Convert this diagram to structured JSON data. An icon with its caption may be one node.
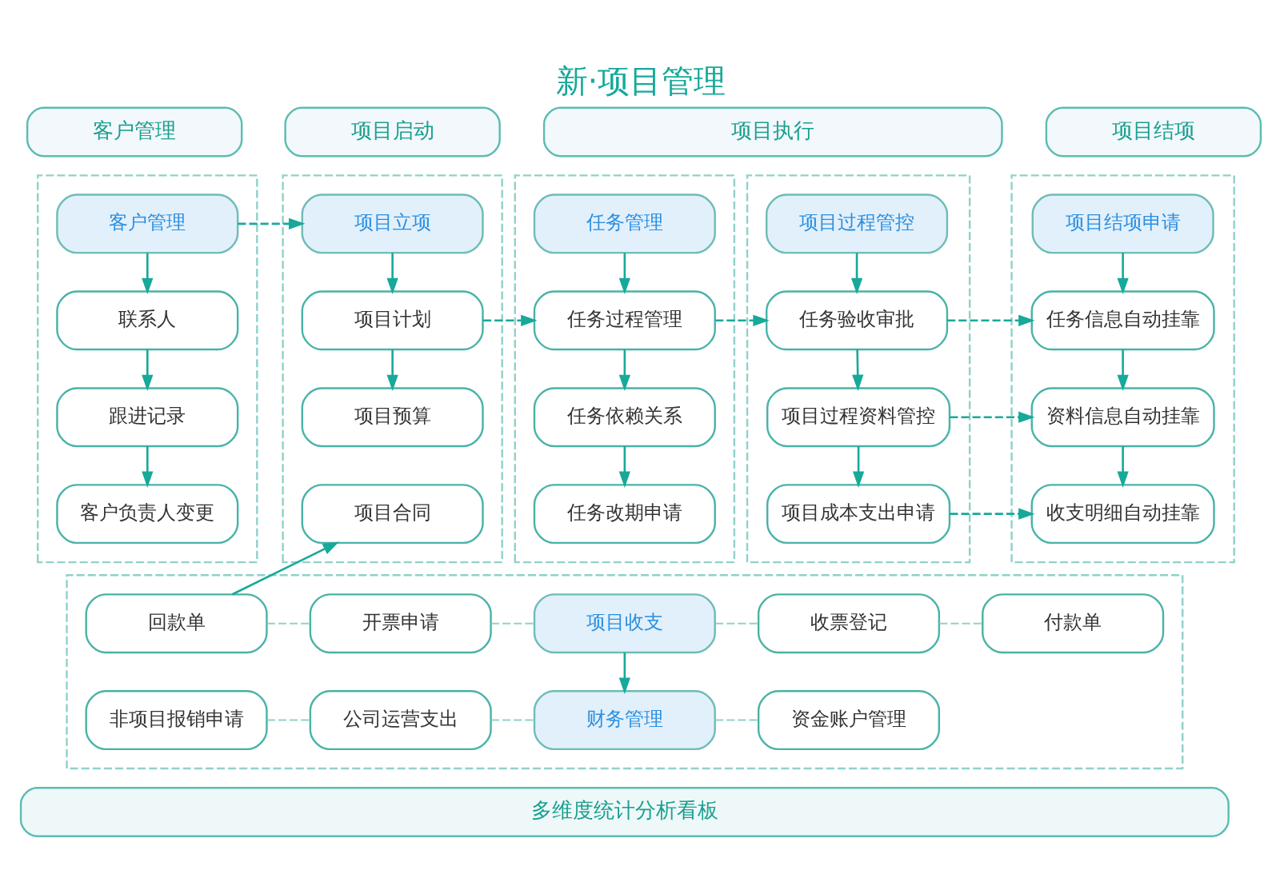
{
  "diagram": {
    "title": "新·项目管理",
    "nodes": [
      {
        "text": [
          "客户管理"
        ]
      },
      {
        "text": [
          "项目启动"
        ]
      },
      {
        "text": [
          "项目执行"
        ]
      },
      {
        "text": [
          "项目结项"
        ]
      },
      {
        "text": [],
        "shape": "box"
      },
      {
        "text": [
          "客户管理"
        ],
        "in": 4
      },
      {
        "text": [
          "联系人"
        ],
        "in": 4
      },
      {
        "text": [
          "跟进记录"
        ],
        "in": 4
      },
      {
        "text": [
          "客户负责人变更"
        ],
        "in": 4
      },
      {
        "text": [],
        "shape": "box"
      },
      {
        "text": [
          "项目立项"
        ],
        "in": 9
      },
      {
        "text": [
          "项目计划"
        ],
        "in": 9
      },
      {
        "text": [
          "项目预算"
        ],
        "in": 9
      },
      {
        "text": [
          "项目合同"
        ],
        "in": 9
      },
      {
        "text": [],
        "shape": "box"
      },
      {
        "text": [
          "任务管理"
        ],
        "in": 14
      },
      {
        "text": [
          "任务过程管理"
        ],
        "in": 14
      },
      {
        "text": [
          "任务依赖关系"
        ],
        "in": 14
      },
      {
        "text": [
          "任务改期申请"
        ],
        "in": 14
      },
      {
        "text": [],
        "shape": "box"
      },
      {
        "text": [
          "项目过程管控"
        ],
        "in": 19
      },
      {
        "text": [
          "任务验收审批"
        ],
        "in": 19
      },
      {
        "text": [
          "项目过程资料管控"
        ],
        "in": 19
      },
      {
        "text": [
          "项目成本支出申请"
        ],
        "in": 19
      },
      {
        "text": [],
        "shape": "box"
      },
      {
        "text": [
          "项目结项申请"
        ],
        "in": 24
      },
      {
        "text": [
          "任务信息自动挂靠"
        ],
        "in": 24
      },
      {
        "text": [
          "资料信息自动挂靠"
        ],
        "in": 24
      },
      {
        "text": [
          "收支明细自动挂靠"
        ],
        "in": 24
      },
      {
        "text": [],
        "shape": "box"
      },
      {
        "text": [
          "回款单"
        ],
        "in": 29
      },
      {
        "text": [
          "开票申请"
        ],
        "in": 29
      },
      {
        "text": [
          "项目收支"
        ],
        "in": 29
      },
      {
        "text": [
          "收票登记"
        ],
        "in": 29
      },
      {
        "text": [
          "付款单"
        ],
        "in": 29
      },
      {
        "text": [
          "非项目报销申请"
        ],
        "in": 29
      },
      {
        "text": [
          "公司运营支出"
        ],
        "in": 29
      },
      {
        "text": [
          "财务管理"
        ],
        "in": 29
      },
      {
        "text": [
          "资金账户管理"
        ],
        "in": 29
      },
      {
        "text": [
          "多维度统计分析看板"
        ]
      }
    ],
    "edges": [
      {
        "from": 5,
        "to": 6,
        "arrow": "to"
      },
      {
        "from": 6,
        "to": 7,
        "arrow": "to"
      },
      {
        "from": 7,
        "to": 8,
        "arrow": "to"
      },
      {
        "from": 5,
        "to": 10,
        "arrow": "to",
        "style": "dashed"
      },
      {
        "from": 10,
        "to": 11,
        "arrow": "to"
      },
      {
        "from": 11,
        "to": 12,
        "arrow": "to"
      },
      {
        "from": 30,
        "to": 13,
        "arrow": "to"
      },
      {
        "from": 11,
        "to": 16,
        "arrow": "to",
        "style": "dashed"
      },
      {
        "from": 15,
        "to": 16,
        "arrow": "to"
      },
      {
        "from": 16,
        "to": 17,
        "arrow": "to"
      },
      {
        "from": 17,
        "to": 18,
        "arrow": "to"
      },
      {
        "from": 16,
        "to": 21,
        "arrow": "to",
        "style": "dashed"
      },
      {
        "from": 20,
        "to": 21,
        "arrow": "to"
      },
      {
        "from": 21,
        "to": 22,
        "arrow": "to"
      },
      {
        "from": 22,
        "to": 23,
        "arrow": "to"
      },
      {
        "from": 21,
        "to": 26,
        "arrow": "to",
        "style": "dashed"
      },
      {
        "from": 22,
        "to": 27,
        "arrow": "to",
        "style": "dashed"
      },
      {
        "from": 23,
        "to": 28,
        "arrow": "to",
        "style": "dashed"
      },
      {
        "from": 25,
        "to": 26,
        "arrow": "to"
      },
      {
        "from": 26,
        "to": 27,
        "arrow": "to"
      },
      {
        "from": 27,
        "to": 28,
        "arrow": "to"
      },
      {
        "from": 30,
        "to": 31,
        "arrow": "none",
        "style": "dashed",
        "color": "#8fd2c8"
      },
      {
        "from": 31,
        "to": 32,
        "arrow": "none",
        "style": "dashed",
        "color": "#8fd2c8"
      },
      {
        "from": 32,
        "to": 33,
        "arrow": "none",
        "style": "dashed",
        "color": "#8fd2c8"
      },
      {
        "from": 33,
        "to": 34,
        "arrow": "none",
        "style": "dashed",
        "color": "#8fd2c8"
      },
      {
        "from": 32,
        "to": 37,
        "arrow": "to"
      },
      {
        "from": 35,
        "to": 36,
        "arrow": "none",
        "style": "dashed",
        "color": "#8fd2c8"
      },
      {
        "from": 36,
        "to": 37,
        "arrow": "none",
        "style": "dashed",
        "color": "#8fd2c8"
      },
      {
        "from": 37,
        "to": 38,
        "arrow": "none",
        "style": "dashed",
        "color": "#8fd2c8"
      }
    ]
  }
}
